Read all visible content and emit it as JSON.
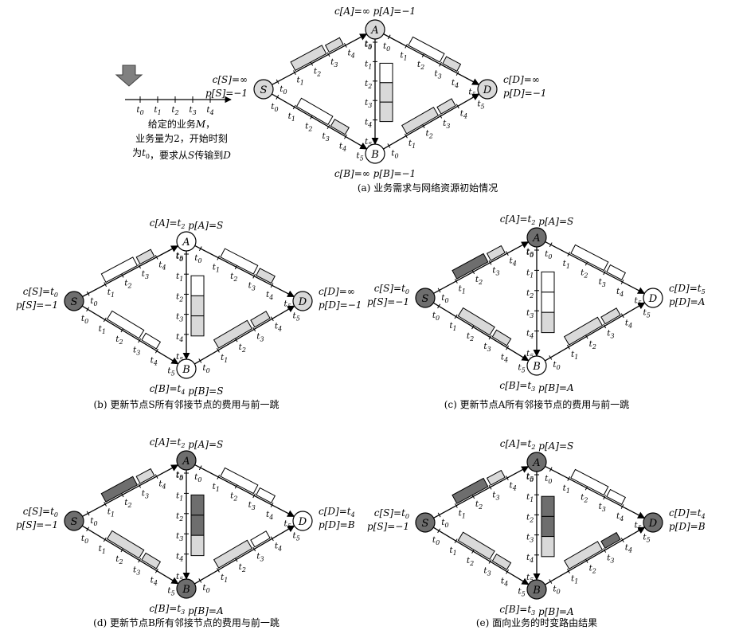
{
  "colors": {
    "white": "#ffffff",
    "light": "#d9d9d9",
    "dark": "#6e6e6e",
    "ink": "#000000",
    "arrow_icon": "#808080"
  },
  "legend": {
    "desc": [
      "给定的业务M，",
      "业务量为2，开始时刻",
      "为t0，要求从S传输到D"
    ],
    "ticks": [
      "t0",
      "t1",
      "t2",
      "t3",
      "t4"
    ]
  },
  "edge_ticks": [
    "t0",
    "t1",
    "t2",
    "t3",
    "t4",
    "t5"
  ],
  "panels": [
    {
      "id": "a",
      "caption": "(a) 业务需求与网络资源初始情况",
      "nodes": {
        "S": "light",
        "A": "light",
        "B": "white",
        "D": "light"
      },
      "labels": {
        "cS": "c[S]=∞",
        "pS": "p[S]=−1",
        "cA": "c[A]=∞  p[A]=−1",
        "cB": "c[B]=∞  p[B]=−1",
        "cD": "c[D]=∞",
        "pD": "p[D]=−1"
      },
      "slots": {
        "SA": [
          "light",
          "light"
        ],
        "SB": [
          "white",
          "light"
        ],
        "AD": [
          "white",
          "light"
        ],
        "BD": [
          "light",
          "light"
        ],
        "AB": [
          "white",
          "light",
          "light"
        ]
      }
    },
    {
      "id": "b",
      "caption": "(b) 更新节点S所有邻接节点的费用与前一跳",
      "nodes": {
        "S": "dark",
        "A": "white",
        "B": "white",
        "D": "light"
      },
      "labels": {
        "cS": "c[S]=t0",
        "pS": "p[S]=−1",
        "cA": "c[A]=t2  p[A]=S",
        "cB": "c[B]=t4  p[B]=S",
        "cD": "c[D]=∞",
        "pD": "p[D]=−1"
      },
      "slots": {
        "SA": [
          "white",
          "light"
        ],
        "SB": [
          "white",
          "white"
        ],
        "AD": [
          "white",
          "light"
        ],
        "BD": [
          "light",
          "light"
        ],
        "AB": [
          "white",
          "light",
          "light"
        ]
      }
    },
    {
      "id": "c",
      "caption": "(c) 更新节点A所有邻接节点的费用与前一跳",
      "nodes": {
        "S": "dark",
        "A": "dark",
        "B": "white",
        "D": "white"
      },
      "labels": {
        "cS": "c[S]=t0",
        "pS": "p[S]=−1",
        "cA": "c[A]=t2  p[A]=S",
        "cB": "c[B]=t3  p[B]=A",
        "cD": "c[D]=t5",
        "pD": "p[D]=A"
      },
      "slots": {
        "SA": [
          "dark",
          "light"
        ],
        "SB": [
          "light",
          "light"
        ],
        "AD": [
          "white",
          "white"
        ],
        "BD": [
          "light",
          "light"
        ],
        "AB": [
          "white",
          "white",
          "light"
        ]
      }
    },
    {
      "id": "d",
      "caption": "(d) 更新节点B所有邻接节点的费用与前一跳",
      "nodes": {
        "S": "dark",
        "A": "dark",
        "B": "dark",
        "D": "white"
      },
      "labels": {
        "cS": "c[S]=t0",
        "pS": "p[S]=−1",
        "cA": "c[A]=t2  p[A]=S",
        "cB": "c[B]=t3  p[B]=A",
        "cD": "c[D]=t4",
        "pD": "p[D]=B"
      },
      "slots": {
        "SA": [
          "dark",
          "light"
        ],
        "SB": [
          "light",
          "light"
        ],
        "AD": [
          "white",
          "white"
        ],
        "BD": [
          "light",
          "white"
        ],
        "AB": [
          "dark",
          "dark",
          "light"
        ]
      }
    },
    {
      "id": "e",
      "caption": "(e) 面向业务的时变路由结果",
      "nodes": {
        "S": "dark",
        "A": "dark",
        "B": "dark",
        "D": "dark"
      },
      "labels": {
        "cS": "c[S]=t0",
        "pS": "p[S]=−1",
        "cA": "c[A]=t2  p[A]=S",
        "cB": "c[B]=t3  p[B]=A",
        "cD": "c[D]=t4",
        "pD": "p[D]=B"
      },
      "slots": {
        "SA": [
          "dark",
          "light"
        ],
        "SB": [
          "light",
          "light"
        ],
        "AD": [
          "white",
          "white"
        ],
        "BD": [
          "light",
          "dark"
        ],
        "AB": [
          "dark",
          "dark",
          "light"
        ]
      }
    }
  ]
}
